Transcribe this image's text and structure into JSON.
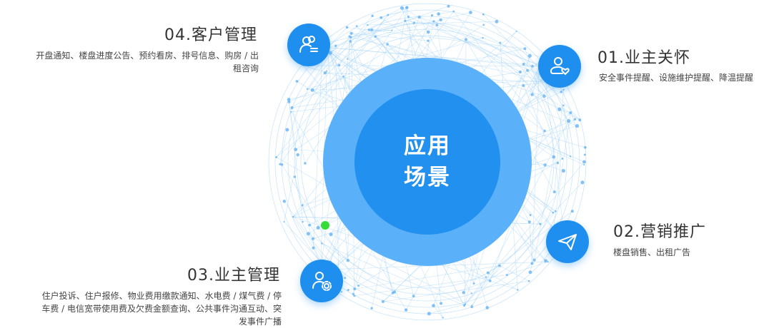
{
  "center": {
    "line1": "应用",
    "line2": "场景"
  },
  "colors": {
    "accent": "#1f8fef",
    "outer_ring": "#5bb0fa",
    "inner_ring": "#2290ef",
    "network": "#9ccff8",
    "highlight_dot": "#35dc35"
  },
  "items": [
    {
      "id": "01",
      "title": "01.业主关怀",
      "desc": "安全事件提醒、设施维护提醒、降温提醒",
      "icon": "user-heart-icon"
    },
    {
      "id": "02",
      "title": "02.营销推广",
      "desc": "楼盘销售、出租广告",
      "icon": "paper-plane-icon"
    },
    {
      "id": "03",
      "title": "03.业主管理",
      "desc_lines": [
        "住户投诉、住户报修、物业费用缴款通知、水电费 / 煤气费 / 停",
        "车费 / 电信宽带使用费及欠费金额查询、公共事件沟通互动、突",
        "发事件广播"
      ],
      "icon": "user-gear-icon"
    },
    {
      "id": "04",
      "title": "04.客户管理",
      "desc_lines": [
        "开盘通知、楼盘进度公告、预约看房、排号信息、购房 / 出",
        "租咨询"
      ],
      "icon": "users-list-icon"
    }
  ]
}
